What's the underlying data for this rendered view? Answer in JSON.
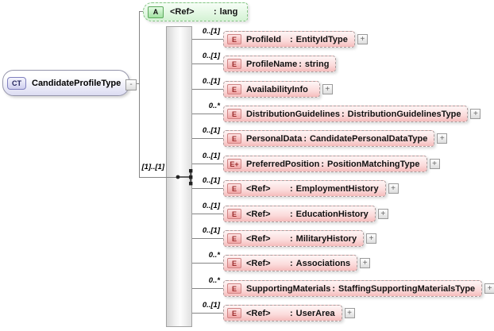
{
  "colors": {
    "element_fill": "#f5bcbc",
    "element_badge_border": "#d08484",
    "element_badge_text": "#9c2b2b",
    "attribute_fill": "#d4f2d4",
    "attribute_border": "#84c484",
    "complex_type_fill": "#dcdcf2",
    "complex_type_border": "#9595ab",
    "connector": "#848484",
    "compositor_bar": "#e0e0e0"
  },
  "icons": {
    "expand": "+",
    "collapse": "-"
  },
  "complex_type": {
    "badge": "CT",
    "name": "CandidateProfileType"
  },
  "attribute": {
    "badge": "A",
    "name": "<Ref>",
    "colon": ":",
    "type": "lang"
  },
  "sequence": {
    "cardinality": "[1]..[1]"
  },
  "elements": [
    {
      "cardinality": "0..[1]",
      "badge": "E",
      "name": "ProfileId",
      "colon": ":",
      "type": "EntityIdType",
      "expandable": true
    },
    {
      "cardinality": "0..[1]",
      "badge": "E",
      "name": "ProfileName",
      "colon": ":",
      "type": "string",
      "expandable": false
    },
    {
      "cardinality": "0..[1]",
      "badge": "E",
      "name": "AvailabilityInfo",
      "colon": "",
      "type": "",
      "expandable": true
    },
    {
      "cardinality": "0..*",
      "badge": "E",
      "name": "DistributionGuidelines",
      "colon": ":",
      "type": "DistributionGuidelinesType",
      "expandable": true
    },
    {
      "cardinality": "0..[1]",
      "badge": "E",
      "name": "PersonalData",
      "colon": ":",
      "type": "CandidatePersonalDataType",
      "expandable": true
    },
    {
      "cardinality": "0..[1]",
      "badge": "E+",
      "name": "PreferredPosition",
      "colon": ":",
      "type": "PositionMatchingType",
      "expandable": true
    },
    {
      "cardinality": "0..[1]",
      "badge": "E",
      "name": "<Ref>",
      "colon": ":",
      "type": "EmploymentHistory",
      "expandable": true
    },
    {
      "cardinality": "0..[1]",
      "badge": "E",
      "name": "<Ref>",
      "colon": ":",
      "type": "EducationHistory",
      "expandable": true
    },
    {
      "cardinality": "0..[1]",
      "badge": "E",
      "name": "<Ref>",
      "colon": ":",
      "type": "MilitaryHistory",
      "expandable": true
    },
    {
      "cardinality": "0..*",
      "badge": "E",
      "name": "<Ref>",
      "colon": ":",
      "type": "Associations",
      "expandable": true
    },
    {
      "cardinality": "0..*",
      "badge": "E",
      "name": "SupportingMaterials",
      "colon": ":",
      "type": "StaffingSupportingMaterialsType",
      "expandable": true
    },
    {
      "cardinality": "0..[1]",
      "badge": "E",
      "name": "<Ref>",
      "colon": ":",
      "type": "UserArea",
      "expandable": true
    }
  ]
}
